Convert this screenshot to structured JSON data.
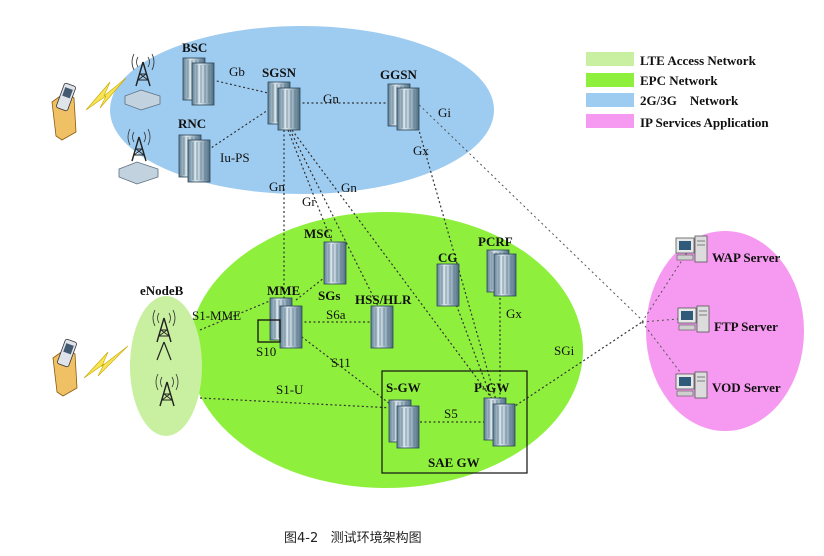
{
  "legend": [
    {
      "label": "LTE Access Network",
      "color": "#c8f0a0"
    },
    {
      "label": "EPC Network",
      "color": "#8ef03c"
    },
    {
      "label": "2G/3G    Network",
      "color": "#9ecbf0"
    },
    {
      "label": "IP Services Application",
      "color": "#f59af0"
    }
  ],
  "nodes": {
    "bsc": "BSC",
    "rnc": "RNC",
    "sgsn": "SGSN",
    "ggsn": "GGSN",
    "msc": "MSC",
    "mme": "MME",
    "hss": "HSS/HLR",
    "cg": "CG",
    "pcrf": "PCRF",
    "sgw": "S-GW",
    "pgw": "P-GW",
    "saegw": "SAE GW",
    "enodeb": "eNodeB"
  },
  "interfaces": {
    "gb": "Gb",
    "gn_top": "Gn",
    "gi": "Gi",
    "iups": "Iu-PS",
    "gx_top": "Gx",
    "gn_left": "Gn",
    "gr": "Gr",
    "gn_mid": "Gn",
    "sgs": "SGs",
    "s1mme": "S1-MME",
    "s6a": "S6a",
    "s10": "S10",
    "s11": "S11",
    "s1u": "S1-U",
    "s5": "S5",
    "gx": "Gx",
    "sgi": "SGi"
  },
  "servers": {
    "wap": "WAP Server",
    "ftp": "FTP Server",
    "vod": "VOD Server"
  },
  "caption": "图4-2   测试环境架构图",
  "colors": {
    "legacy": "#9ecbf0",
    "epc": "#8ef03c",
    "lte": "#c8f0a0",
    "ip": "#f59af0"
  }
}
